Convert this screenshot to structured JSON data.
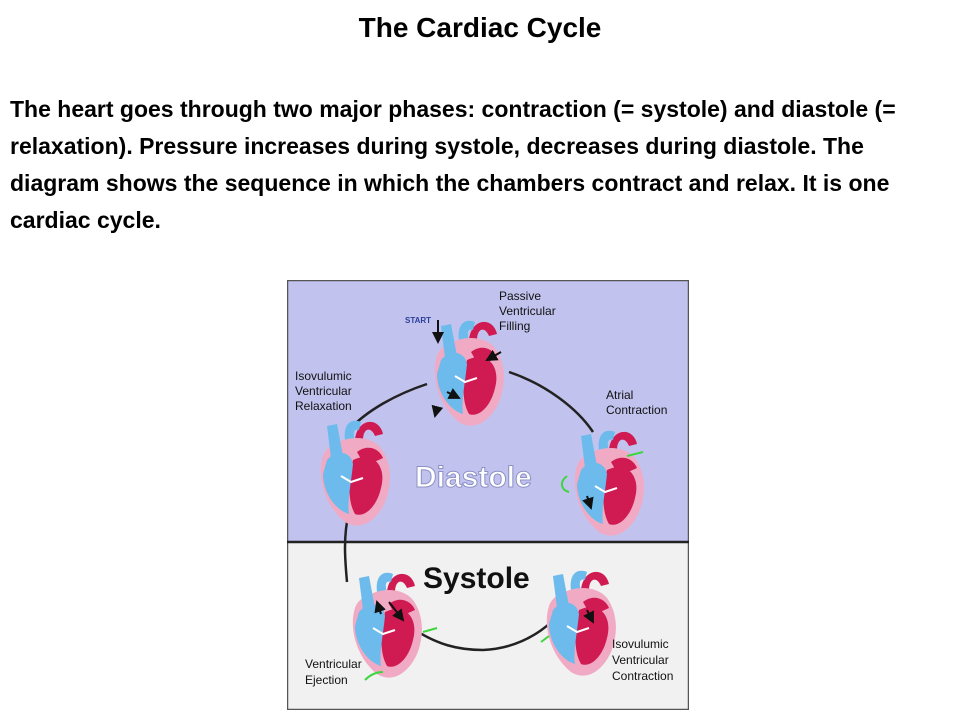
{
  "slide": {
    "title": "The Cardiac Cycle",
    "body": "The heart goes through two major phases: contraction (= systole) and diastole (= relaxation).  Pressure increases during systole, decreases during diastole.  The diagram shows the sequence in which the chambers contract and relax.   It is one cardiac cycle."
  },
  "diagram": {
    "start_label": "START",
    "phases": {
      "diastole": "Diastole",
      "systole": "Systole"
    },
    "stages": {
      "passive_filling": [
        "Passive",
        "Ventricular",
        "Filling"
      ],
      "atrial_contraction": [
        "Atrial",
        "Contraction"
      ],
      "isovolumic_contraction": [
        "Isovulumic",
        "Ventricular",
        "Contraction"
      ],
      "ventricular_ejection": [
        "Ventricular",
        "Ejection"
      ],
      "isovolumic_relaxation": [
        "Isovulumic",
        "Ventricular",
        "Relaxation"
      ]
    },
    "colors": {
      "diastole_bg": "#c1c3ee",
      "systole_bg": "#f1f1f1",
      "heart_red": "#d01a52",
      "heart_pink": "#f1aac4",
      "heart_blue": "#6cbbec",
      "start_blue": "#2c3e9a",
      "arrow_green": "#3bd63b"
    }
  }
}
